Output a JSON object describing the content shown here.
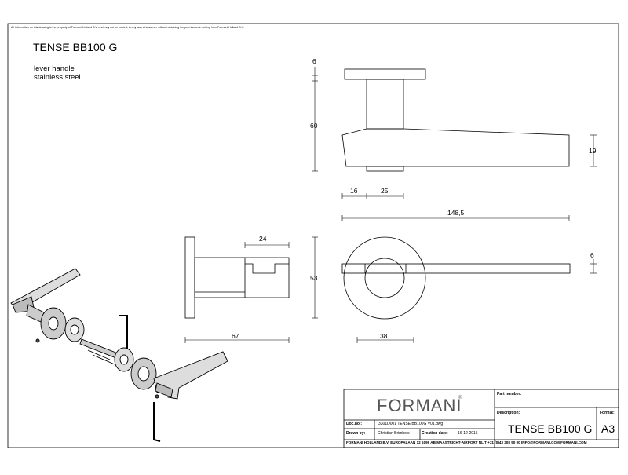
{
  "drawing": {
    "notice": "All information on this drawing is the property of Formani Holland B.V. and may not be copied, in any way whatsoever without obtaining the permission in writing from Formani Holland B.V.",
    "title": "TENSE BB100 G",
    "subtitle_lines": [
      "lever handle",
      "stainless steel"
    ]
  },
  "dimensions": {
    "rose_thickness": "6",
    "height": "60",
    "lever_height": "19",
    "rose_offset": "16",
    "spindle_width": "25",
    "overall_length": "148,5",
    "side_length": "24",
    "rose_height": "53",
    "lever_thickness": "6",
    "rose_depth": "67",
    "rose_diameter": "38"
  },
  "title_block": {
    "logo": "FORMANI",
    "logo_mark": "®",
    "part_number_label": "Part number:",
    "part_number_value": "",
    "description_label": "Description:",
    "description_value": "TENSE BB100 G",
    "format_label": "Format:",
    "format_value": "A3",
    "doc_no_label": "Doc.no.:",
    "doc_no_value": "3301D001 TENSE BB100G V01.dwg",
    "drawn_by_label": "Drawn by:",
    "drawn_by_value": "Christian Brimbois",
    "creation_date_label": "Creation date:",
    "creation_date_value": "16-12-2015",
    "footer": "FORMANI HOLLAND B.V.   EUROPALAAN 12  6199 AB MAASTRICHT-AIRPORT NL   T +31 (0)43 308 90 00 INFO@FORMANI.COM FORMANI.COM"
  }
}
